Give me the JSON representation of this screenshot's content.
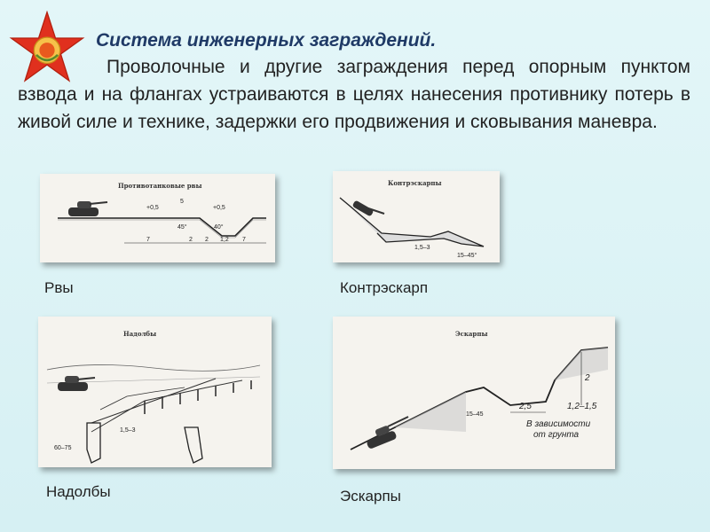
{
  "header": {
    "title": "Система инженерных заграждений.",
    "body": "Проволочные и другие заграждения перед опорным пунктом взвода и на флангах устраиваются в целях нанесения противнику потерь в живой силе и технике, задержки его продвижения и сковывания маневра.",
    "emblem_icon": "red-star-emblem-icon"
  },
  "figures": {
    "ditches": {
      "caption": "Рвы",
      "inner_title": "Противотанковые рвы",
      "dims": [
        "+0,5",
        "5",
        "+0,5",
        "45°",
        "40°",
        "7",
        "2",
        "2",
        "1,2",
        "7"
      ]
    },
    "counterscarp": {
      "caption": "Контрэскарп",
      "inner_title": "Контрэскарпы",
      "dims": [
        "1,5–3",
        "15–45°"
      ]
    },
    "posts": {
      "caption": "Надолбы",
      "inner_title": "Надолбы",
      "dims": [
        "1,5–3",
        "60–75"
      ]
    },
    "escarp": {
      "caption": "Эскарпы",
      "inner_title": "Эскарпы",
      "dims": [
        "2",
        "2,5",
        "1,2–1,5",
        "15–45",
        "В зависимости",
        "от грунта"
      ]
    }
  }
}
